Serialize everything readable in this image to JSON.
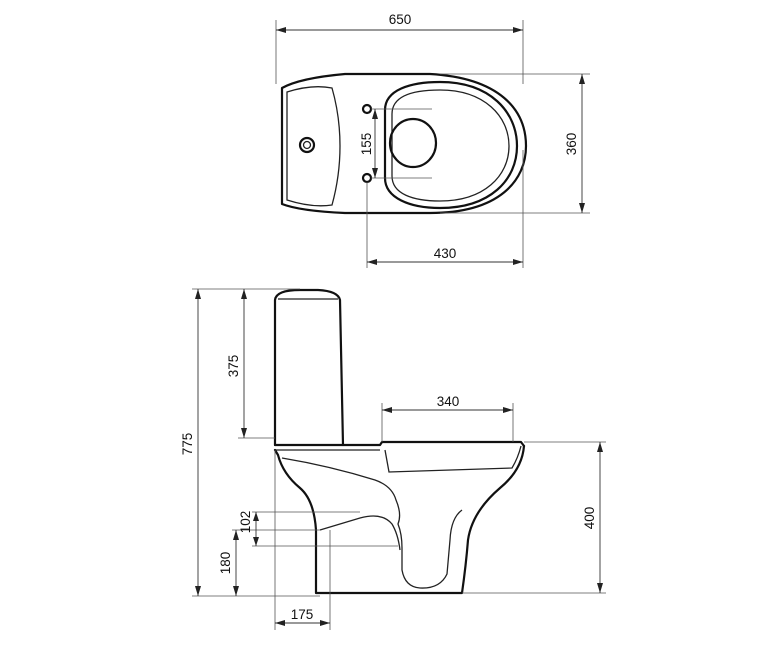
{
  "top_view": {
    "dimensions": {
      "overall_length": "650",
      "overall_width": "360",
      "bolt_spacing": "155",
      "bowl_length": "430"
    }
  },
  "side_view": {
    "dimensions": {
      "overall_height": "775",
      "tank_height": "375",
      "seat_depth": "340",
      "rim_height": "400",
      "outlet_diameter": "102",
      "outlet_height": "180",
      "outlet_offset": "175"
    }
  }
}
